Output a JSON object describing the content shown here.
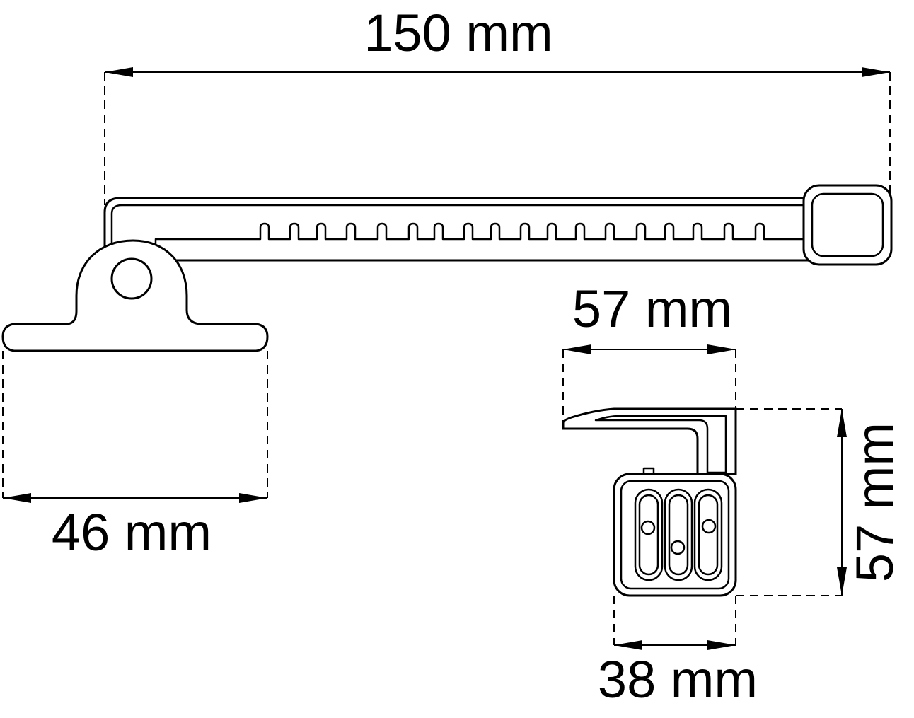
{
  "diagram": {
    "dimensions": {
      "overall_length": "150 mm",
      "base_width": "46 mm",
      "bracket_width": "57 mm",
      "bracket_height": "57 mm",
      "bracket_depth": "38 mm"
    },
    "colors": {
      "stroke": "#000000",
      "background": "#ffffff"
    }
  }
}
